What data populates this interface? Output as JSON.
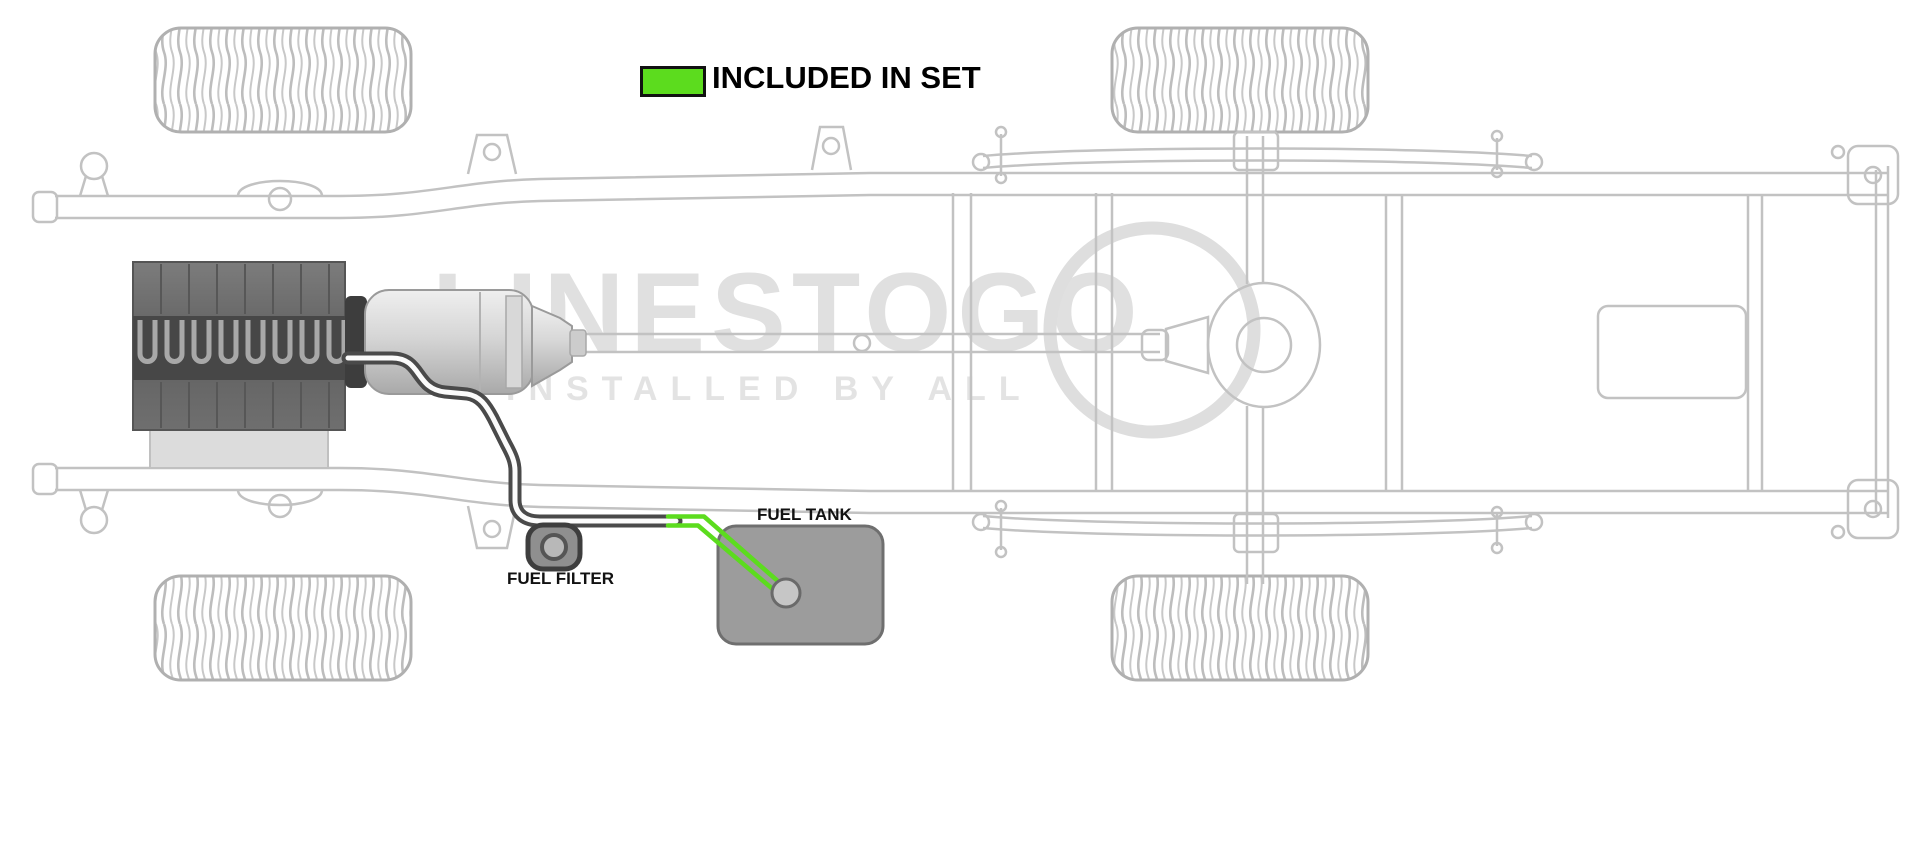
{
  "legend": {
    "label": "INCLUDED IN SET",
    "swatch_color": "#5cdc1e"
  },
  "watermark": {
    "title": "LINESTOGO",
    "subtitle": "INSTALLED BY ALL"
  },
  "labels": {
    "fuel_tank": "FUEL TANK",
    "fuel_filter": "FUEL FILTER"
  },
  "colors": {
    "included_line": "#5cdc1e",
    "fuel_line": "#4a4a4a",
    "frame": "#c2c2c2",
    "engine": "#5f5f5f",
    "transmission": "#cccccc",
    "fuel_tank_fill": "#9c9c9c",
    "watermark": "#e0e0e0"
  }
}
